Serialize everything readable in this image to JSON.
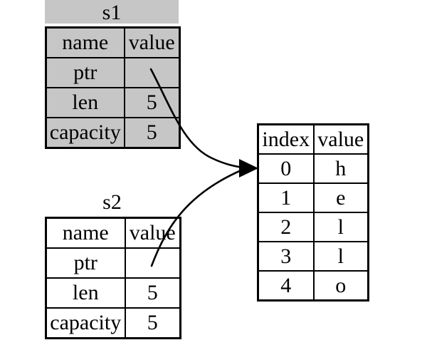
{
  "colors": {
    "moved_fill": "#c6c6c6",
    "table_fill": "#ffffff",
    "border": "#000000",
    "line": "#000000",
    "background": "#ffffff"
  },
  "s1": {
    "title": "s1",
    "headers": [
      "name",
      "value"
    ],
    "rows": [
      [
        "ptr",
        ""
      ],
      [
        "len",
        "5"
      ],
      [
        "capacity",
        "5"
      ]
    ]
  },
  "s2": {
    "title": "s2",
    "headers": [
      "name",
      "value"
    ],
    "rows": [
      [
        "ptr",
        ""
      ],
      [
        "len",
        "5"
      ],
      [
        "capacity",
        "5"
      ]
    ]
  },
  "heap": {
    "headers": [
      "index",
      "value"
    ],
    "rows": [
      [
        "0",
        "h"
      ],
      [
        "1",
        "e"
      ],
      [
        "2",
        "l"
      ],
      [
        "3",
        "l"
      ],
      [
        "4",
        "o"
      ]
    ]
  }
}
